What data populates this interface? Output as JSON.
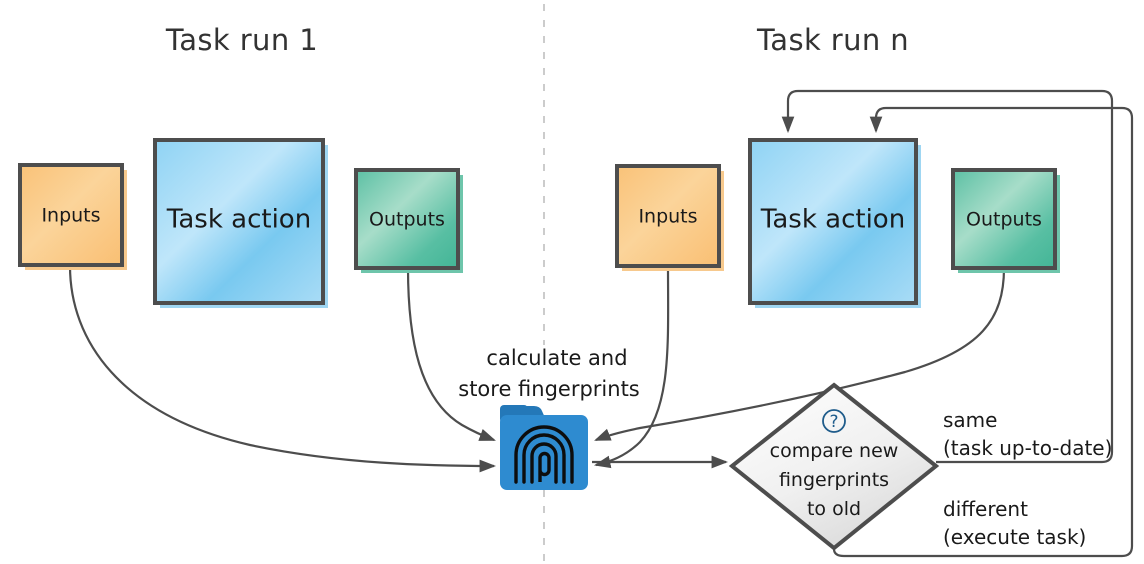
{
  "diagram": {
    "title_left": "Task run 1",
    "title_right": "Task run n",
    "note_line1": "calculate and",
    "note_line2": "store fingerprints",
    "decision": {
      "icon": "question-mark-icon",
      "line1": "compare new",
      "line2": "fingerprints",
      "line3": "to old",
      "question_glyph": "?"
    },
    "branches": {
      "same_label": "same",
      "same_sublabel": "(task up-to-date)",
      "different_label": "different",
      "different_sublabel": "(execute task)"
    },
    "nodes": {
      "inputs_left": "Inputs",
      "task_action_left": "Task action",
      "outputs_left": "Outputs",
      "inputs_right": "Inputs",
      "task_action_right": "Task action",
      "outputs_right": "Outputs"
    },
    "store_icon_name": "fingerprint-folder-icon"
  },
  "colors": {
    "orange_light": "#fbd08a",
    "orange_dark": "#f7b05a",
    "blue_light": "#b8e2f8",
    "blue_dark": "#6dc3ef",
    "green_light": "#9fdcc4",
    "green_dark": "#4bb99a",
    "diamond_light": "#ffffff",
    "diamond_dark": "#e2e2e2",
    "stroke": "#4d4d4d",
    "folder_blue": "#2e8bd0",
    "folder_blue_dark": "#2478b8",
    "divider": "#cccccc",
    "text": "#1a1a1a",
    "accent_blue": "#1f5c8b"
  }
}
